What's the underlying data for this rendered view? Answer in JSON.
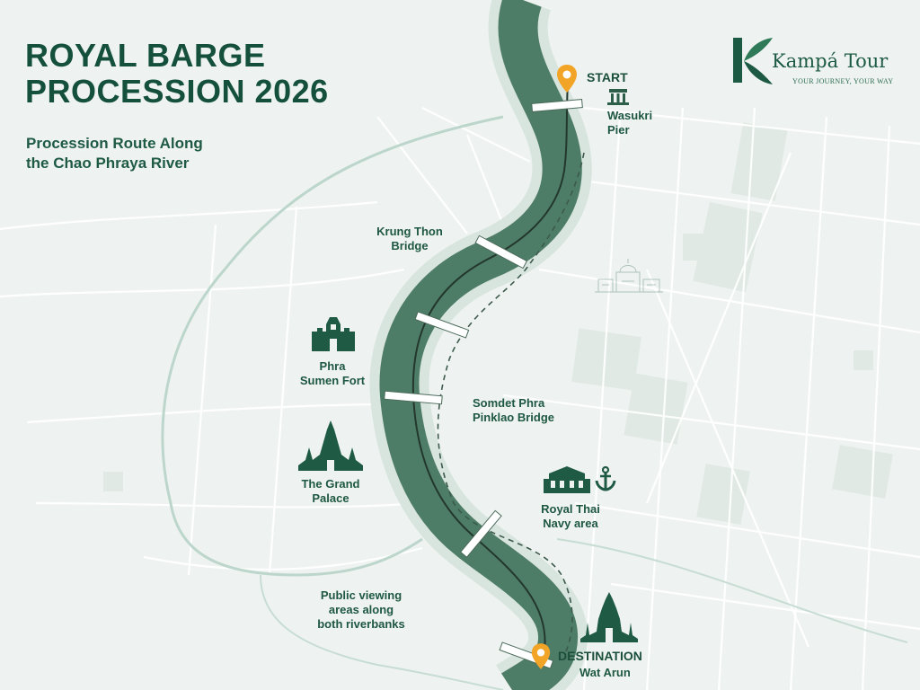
{
  "title": {
    "line1": "ROYAL BARGE",
    "line2": "PROCESSION 2026"
  },
  "subtitle": {
    "line1": "Procession Route Along",
    "line2": "the Chao Phraya River"
  },
  "brand": {
    "name": "Kampá Tour",
    "tagline": "YOUR JOURNEY, YOUR WAY"
  },
  "start": {
    "label": "START",
    "place_line1": "Wasukri",
    "place_line2": "Pier"
  },
  "bridges": {
    "krung_thon": {
      "line1": "Krung Thon",
      "line2": "Bridge"
    },
    "pinklao": {
      "line1": "Somdet Phra",
      "line2": "Pinklao Bridge"
    }
  },
  "landmarks": {
    "sumen_fort": {
      "line1": "Phra",
      "line2": "Sumen Fort"
    },
    "grand_palace": {
      "line1": "The Grand",
      "line2": "Palace"
    },
    "navy": {
      "line1": "Royal Thai",
      "line2": "Navy area"
    }
  },
  "viewing": {
    "line1": "Public viewing",
    "line2": "areas along",
    "line3": "both riverbanks"
  },
  "destination": {
    "label": "DESTINATION",
    "place": "Wat Arun"
  },
  "colors": {
    "river": "#4e7d67",
    "route_line": "#23372d",
    "marker": "#f2a427",
    "text_dark": "#14503c",
    "background": "#eef3f1"
  },
  "icons": [
    "map-pin-icon",
    "pier-icon",
    "fort-icon",
    "palace-icon",
    "navy-building-icon",
    "anchor-icon",
    "temple-icon",
    "building-sketch-icon",
    "brand-logo-icon"
  ]
}
